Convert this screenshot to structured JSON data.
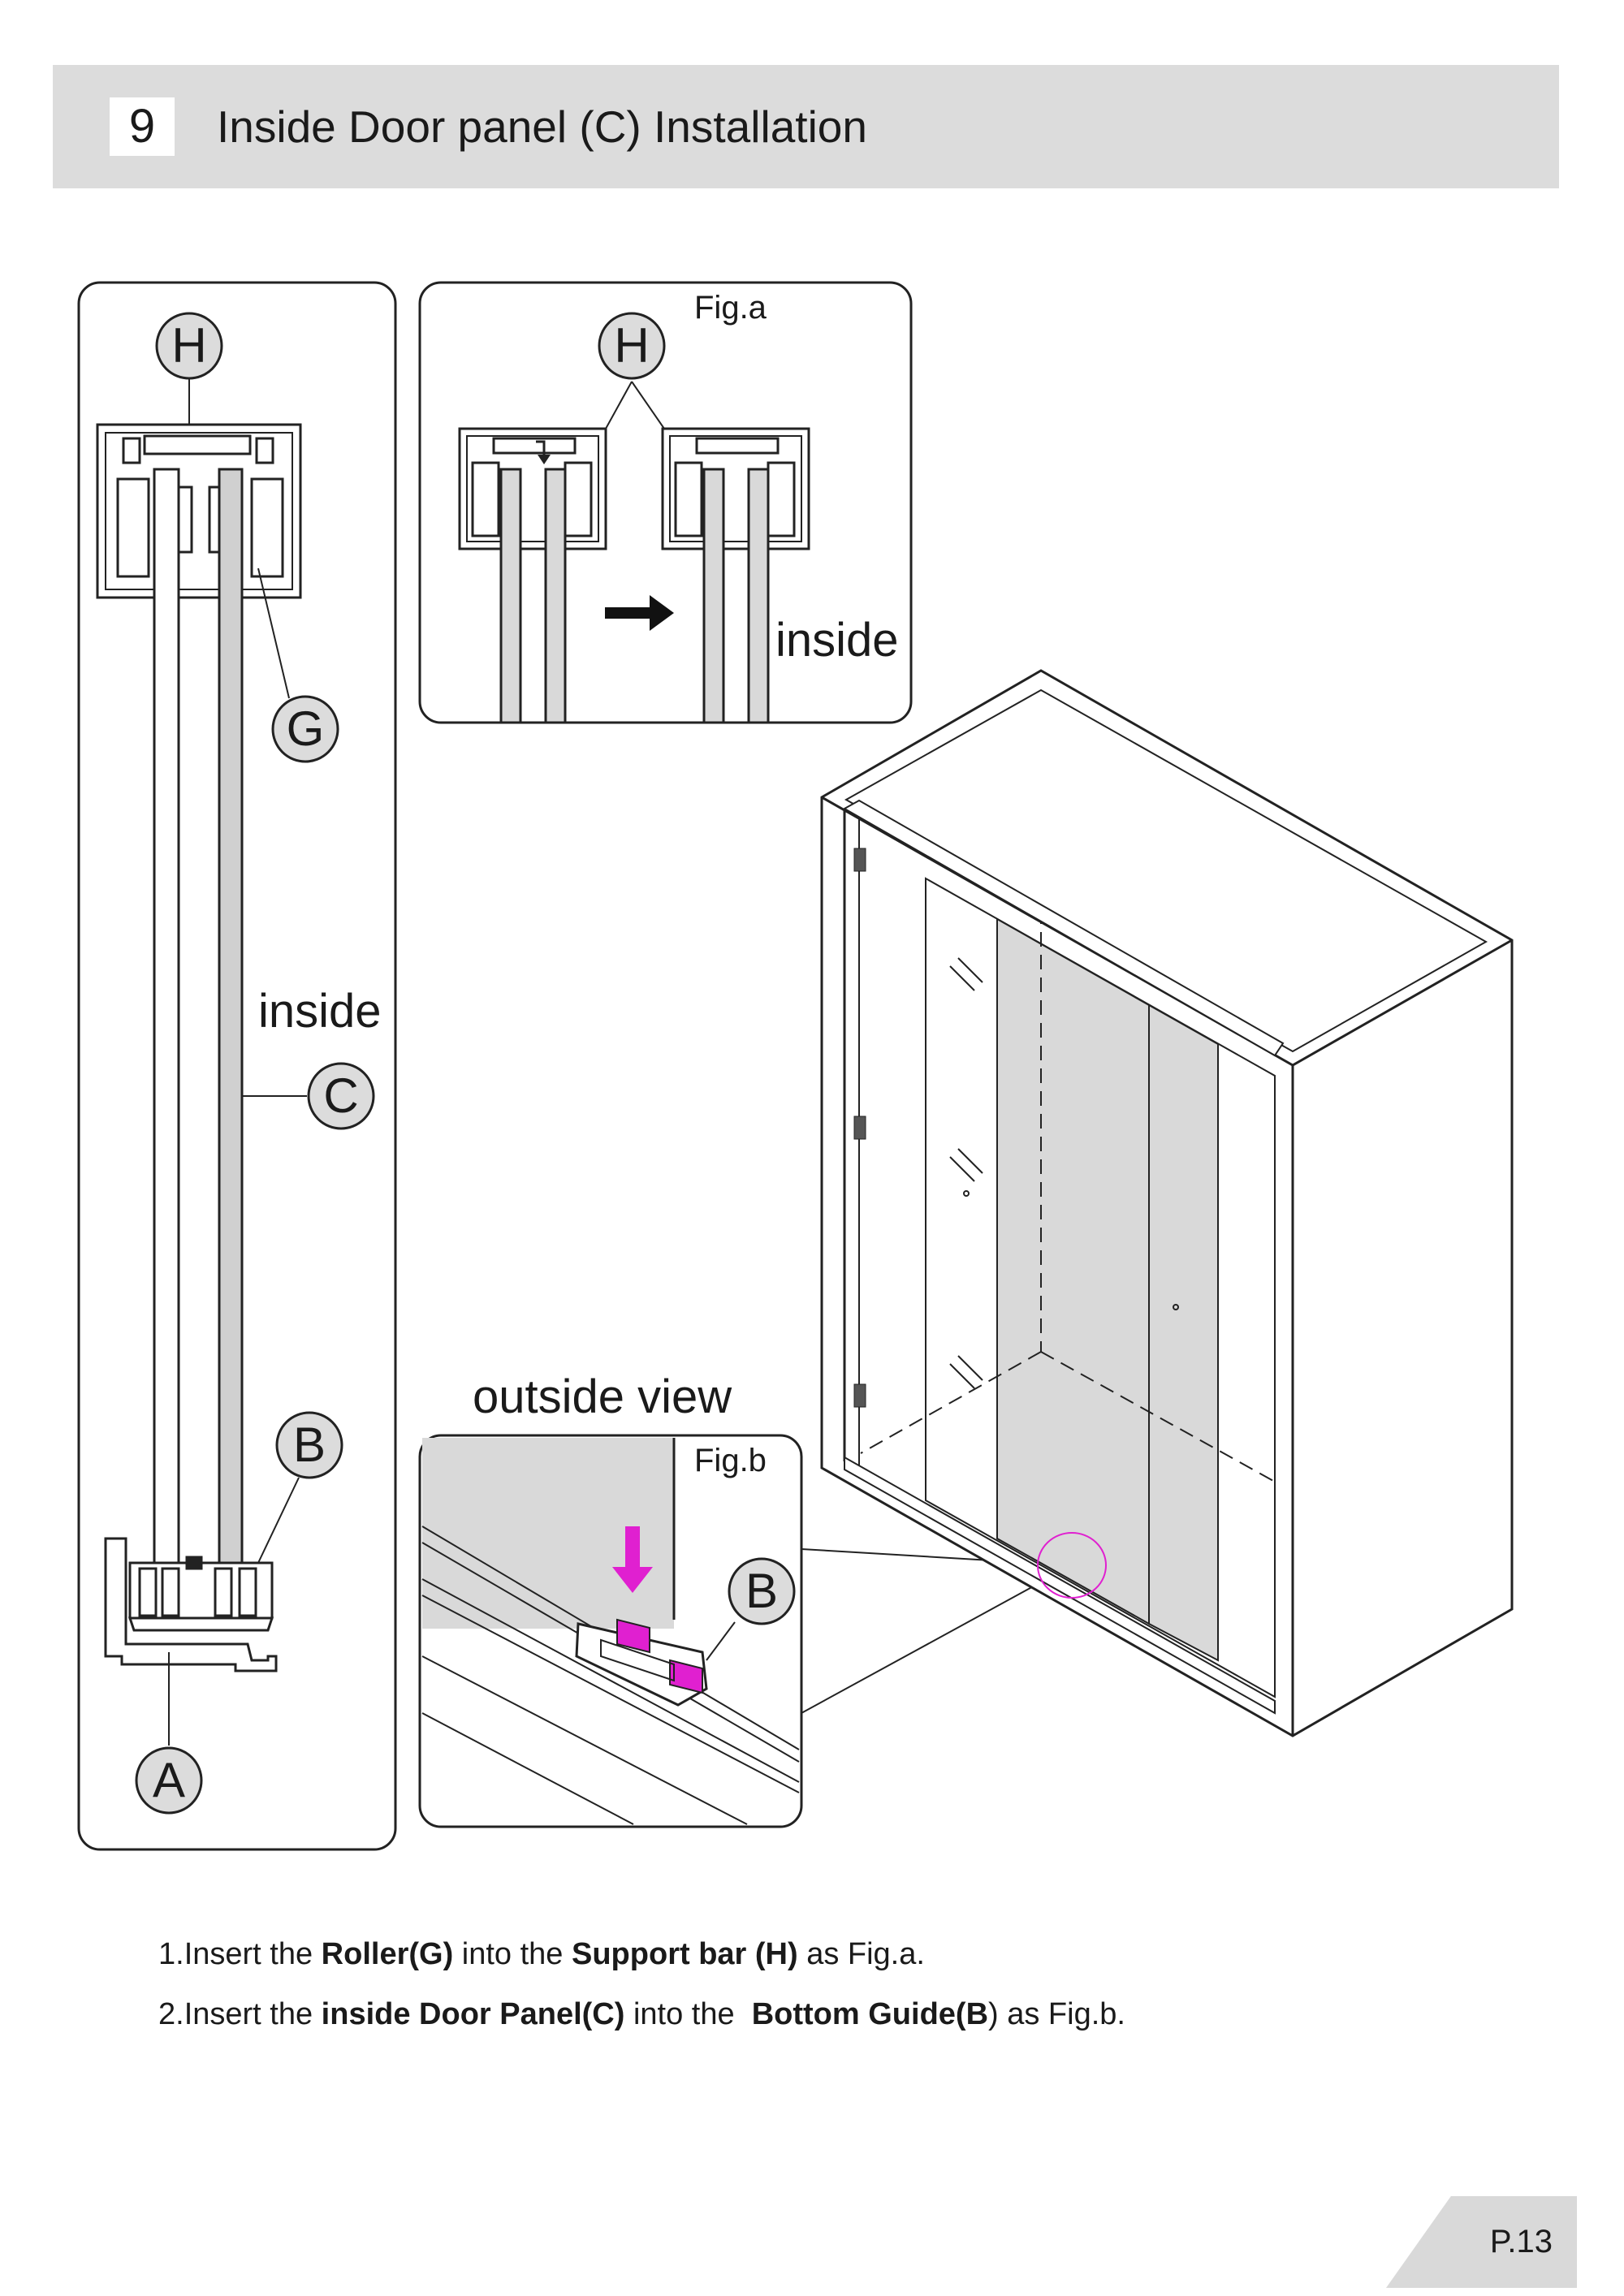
{
  "header": {
    "step_number": "9",
    "title": "Inside Door panel (C) Installation"
  },
  "figures": {
    "fig_a": "Fig.a",
    "fig_b": "Fig.b",
    "outside_view": "outside view",
    "inside_label_left": "inside",
    "inside_label_fig_a": "inside"
  },
  "callouts": {
    "H": "H",
    "G": "G",
    "C": "C",
    "B": "B",
    "A": "A"
  },
  "instructions": [
    {
      "t1": "1.Insert the ",
      "b1": "Roller(G)",
      "t2": " into the ",
      "b2": "Support bar (H)",
      "t3": " as Fig.a."
    },
    {
      "t1": "2.Insert the ",
      "b1": "inside Door Panel(C)",
      "t2": " into the  ",
      "b2": "Bottom Guide(B",
      "t3": ") as Fig.b."
    }
  ],
  "footer": {
    "page": "P.13"
  },
  "colors": {
    "header_bg": "#dcdcdc",
    "accent": "#e020d0",
    "panel_gray": "#d9d9d9"
  }
}
